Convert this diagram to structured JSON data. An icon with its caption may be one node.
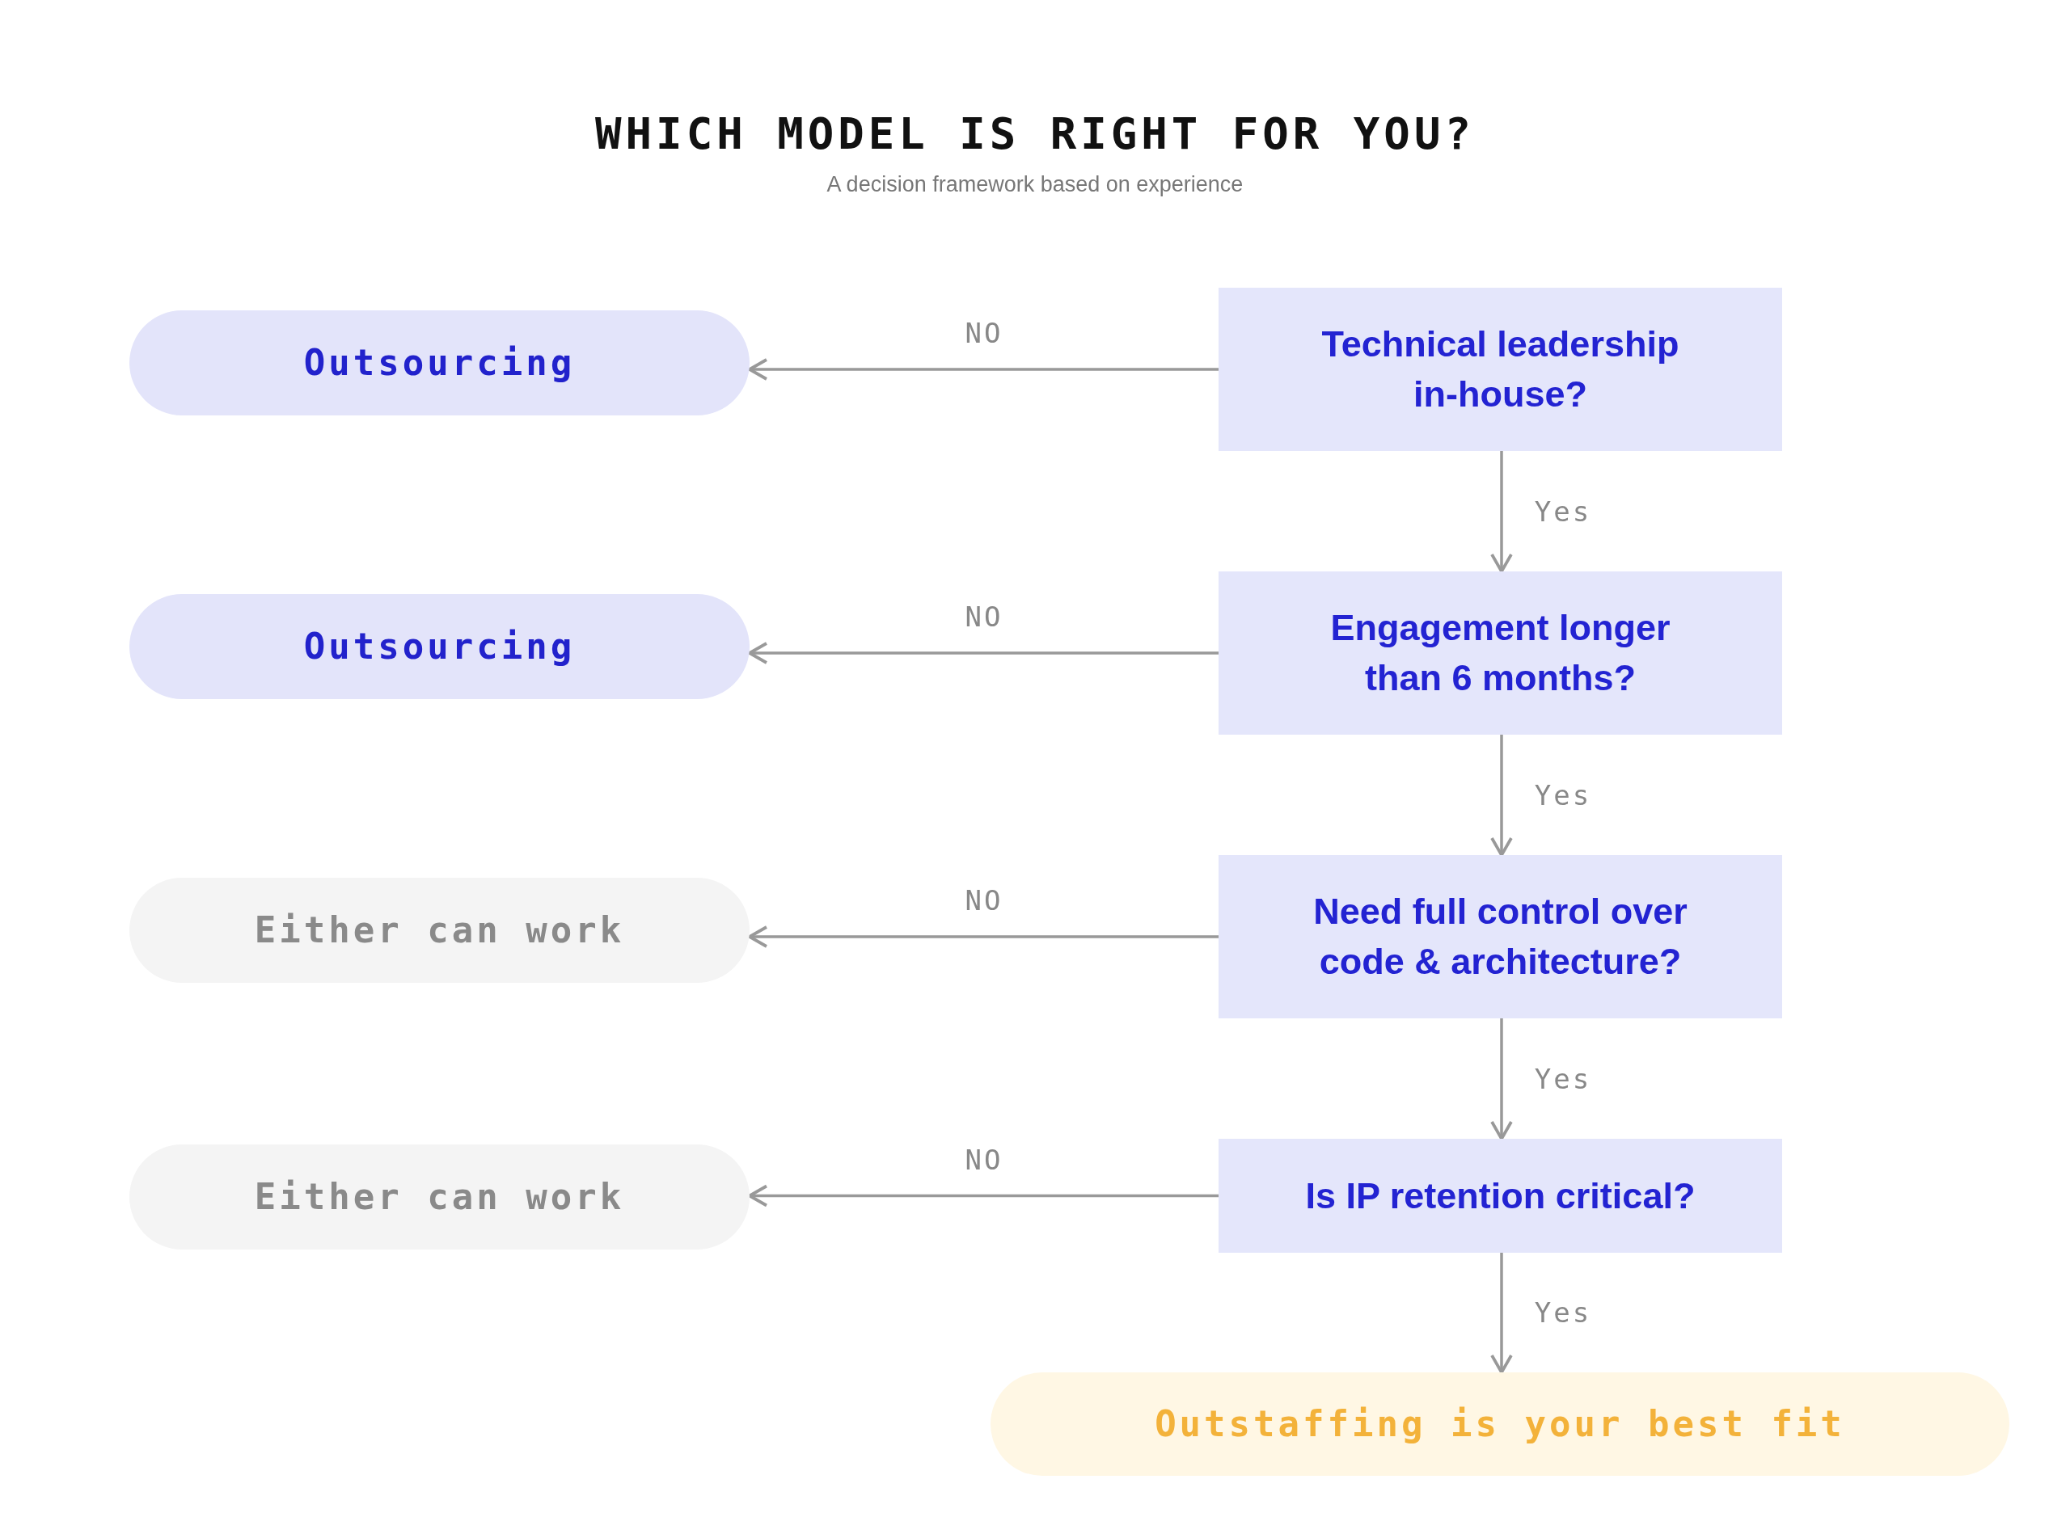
{
  "diagram": {
    "title": "WHICH MODEL IS RIGHT FOR YOU?",
    "caption": "A decision framework based on experience",
    "nodes": [
      {
        "text": [
          "Outsourcing"
        ]
      },
      {
        "text": [
          "Technical leadership in-house?"
        ]
      },
      {
        "text": [
          "Outsourcing"
        ]
      },
      {
        "text": [
          "Engagement longer than 6 months?"
        ]
      },
      {
        "text": [
          "Either can work"
        ]
      },
      {
        "text": [
          "Need full control over code & architecture?"
        ]
      },
      {
        "text": [
          "Either can work"
        ]
      },
      {
        "text": [
          "Is IP retention critical?"
        ]
      },
      {
        "text": [
          "Outstaffing is your best fit"
        ]
      }
    ],
    "edges": [
      {
        "from": 1,
        "to": 0,
        "arrow": "to",
        "label": "NO"
      },
      {
        "from": 1,
        "to": 3,
        "arrow": "to",
        "label": "Yes"
      },
      {
        "from": 3,
        "to": 2,
        "arrow": "to",
        "label": "NO"
      },
      {
        "from": 3,
        "to": 5,
        "arrow": "to",
        "label": "Yes"
      },
      {
        "from": 5,
        "to": 4,
        "arrow": "to",
        "label": "NO"
      },
      {
        "from": 5,
        "to": 7,
        "arrow": "to",
        "label": "Yes"
      },
      {
        "from": 7,
        "to": 6,
        "arrow": "to",
        "label": "NO"
      },
      {
        "from": 7,
        "to": 8,
        "arrow": "to",
        "label": "Yes"
      }
    ]
  }
}
